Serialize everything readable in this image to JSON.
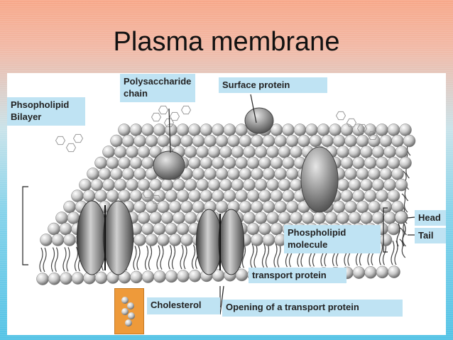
{
  "title": "Plasma membrane",
  "labels": {
    "polysaccharide": [
      "Polysaccharide",
      "chain"
    ],
    "surface_protein": "Surface protein",
    "phospholipid_bilayer": [
      "Phsopholipid",
      "Bilayer"
    ],
    "head": "Head",
    "tail": "Tail",
    "phospholipid_molecule": [
      "Phospholipid",
      "molecule"
    ],
    "transport_protein": "transport protein",
    "cholesterol": "Cholesterol",
    "opening": "Opening of a transport protein"
  }
}
